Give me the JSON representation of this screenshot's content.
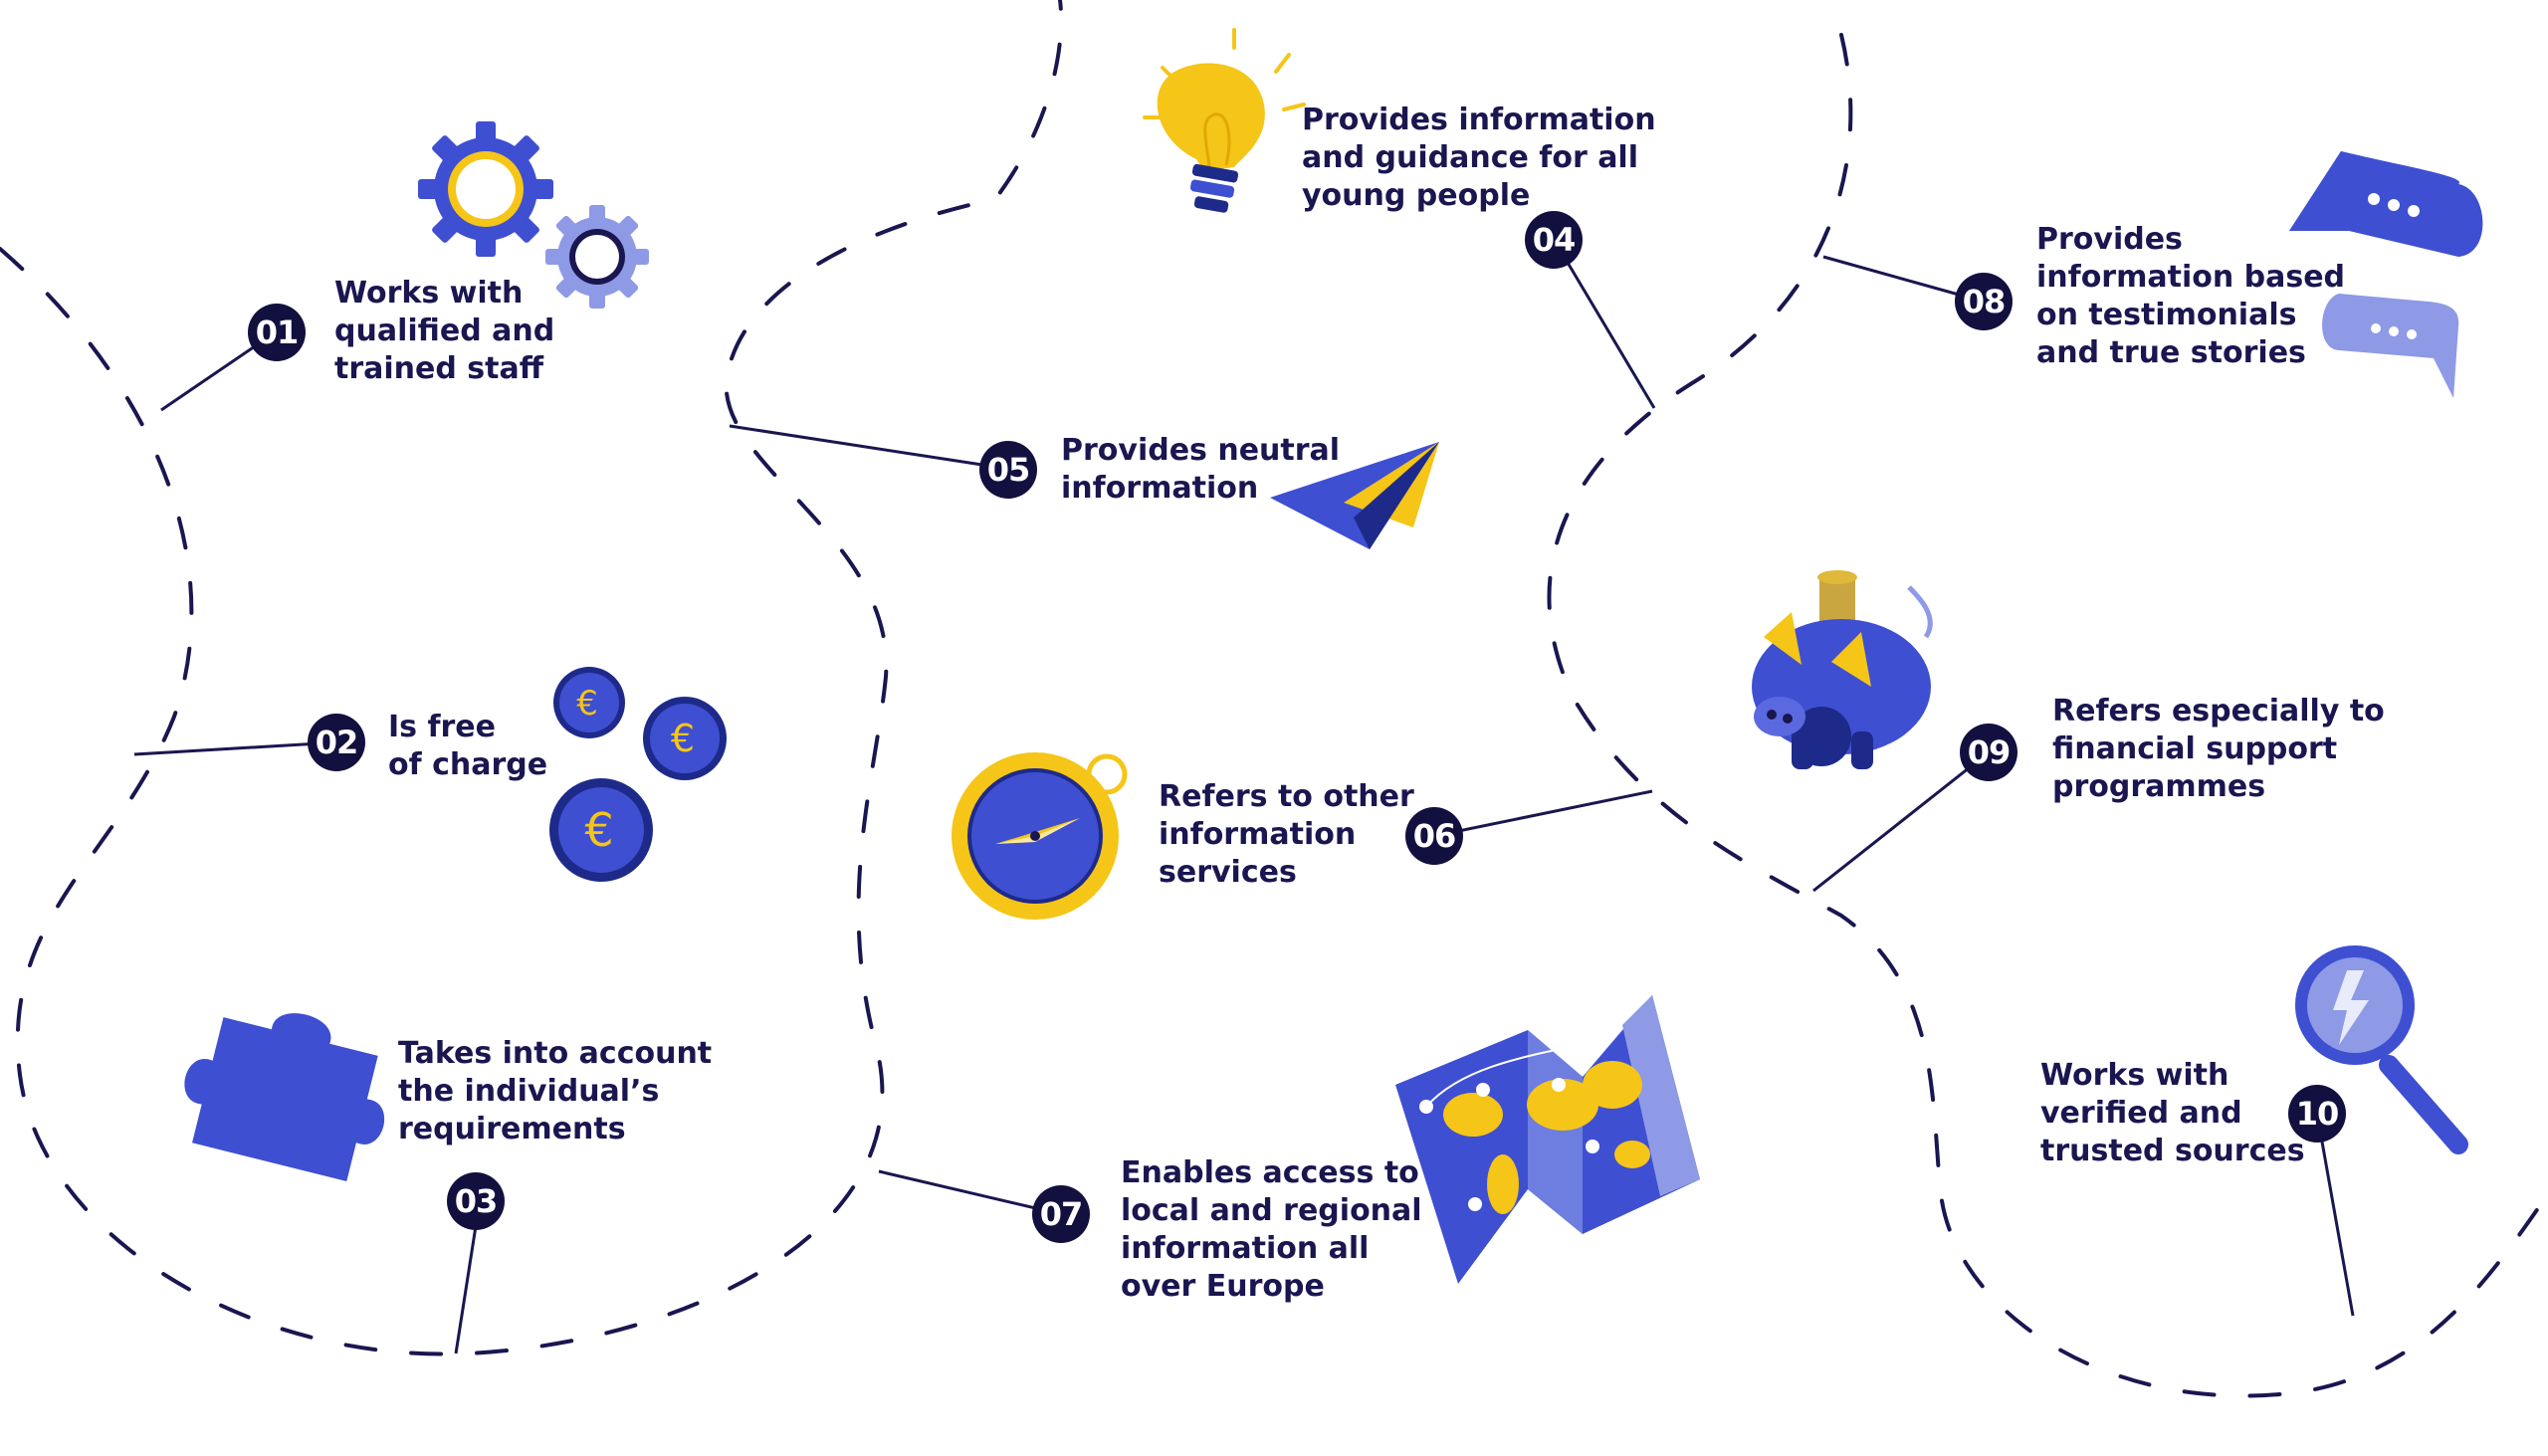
{
  "colors": {
    "navy": "#12103f",
    "text": "#1a1650",
    "blue": "#3e4fd1",
    "blue_light": "#8e9ae6",
    "yellow": "#f5c518",
    "white": "#ffffff"
  },
  "items": [
    {
      "number": "01",
      "text": "Works with\nqualified and\ntrained staff",
      "icon": "gears-icon"
    },
    {
      "number": "02",
      "text": "Is free\nof charge",
      "icon": "euro-coins-icon"
    },
    {
      "number": "03",
      "text": "Takes into account\nthe individual’s\nrequirements",
      "icon": "puzzle-piece-icon"
    },
    {
      "number": "04",
      "text": "Provides information\nand guidance for all\nyoung people",
      "icon": "lightbulb-icon"
    },
    {
      "number": "05",
      "text": "Provides neutral\ninformation",
      "icon": "paper-plane-icon"
    },
    {
      "number": "06",
      "text": "Refers to other\ninformation\nservices",
      "icon": "compass-icon"
    },
    {
      "number": "07",
      "text": "Enables access to\nlocal and regional\ninformation all\nover Europe",
      "icon": "world-map-icon"
    },
    {
      "number": "08",
      "text": "Provides\ninformation based\non testimonials\nand true stories",
      "icon": "speech-bubbles-icon"
    },
    {
      "number": "09",
      "text": "Refers especially to\nfinancial support\nprogrammes",
      "icon": "piggy-bank-icon"
    },
    {
      "number": "10",
      "text": "Works with\nverified and\ntrusted sources",
      "icon": "magnifying-glass-icon"
    }
  ]
}
